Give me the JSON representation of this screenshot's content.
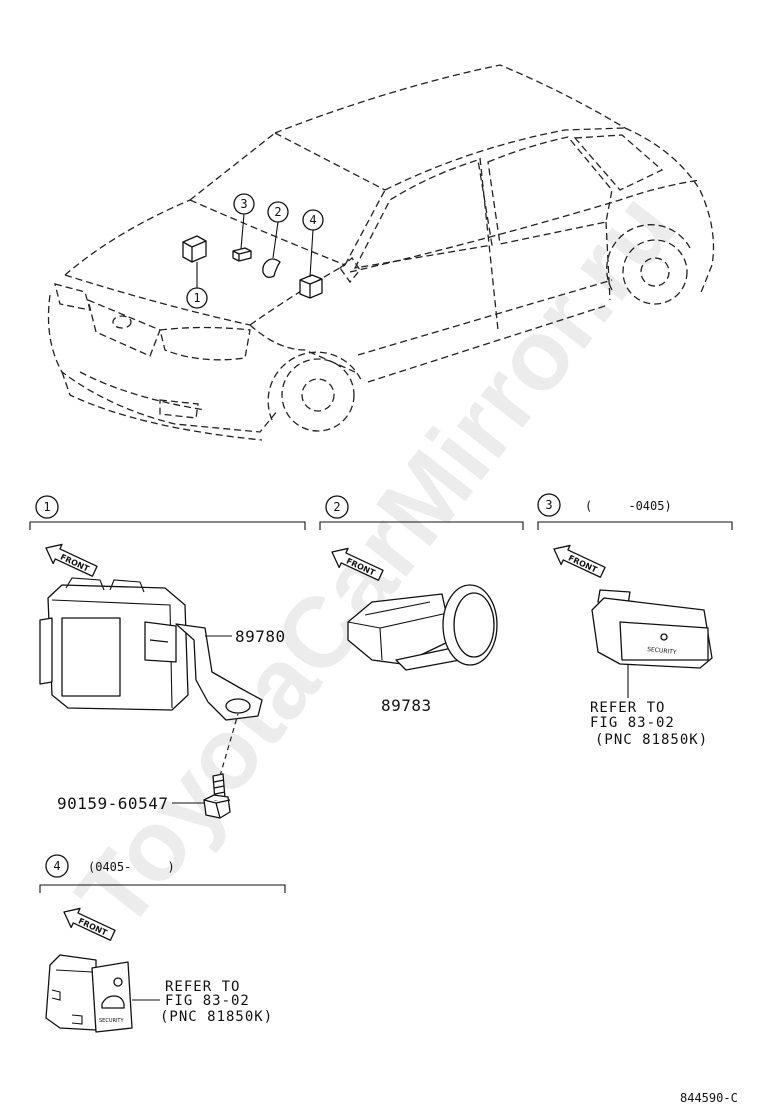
{
  "watermark": "ToyotaCarMirror.ru",
  "front_label": "FRONT",
  "overview": {
    "callouts": [
      "1",
      "2",
      "3",
      "4"
    ]
  },
  "sections": [
    {
      "number": "1",
      "parts": [
        "89780",
        "90159-60547"
      ]
    },
    {
      "number": "2",
      "parts": [
        "89783"
      ]
    },
    {
      "number": "3",
      "date_range": "(     -0405)",
      "refer": [
        "REFER TO",
        "FIG 83-02",
        "(PNC 81850K)"
      ],
      "switch_label": "SECURITY"
    },
    {
      "number": "4",
      "date_range": "(0405-     )",
      "refer": [
        "REFER TO",
        "FIG 83-02",
        "(PNC 81850K)"
      ],
      "switch_label": "SECURITY"
    }
  ],
  "illustration_id": "844590-C"
}
